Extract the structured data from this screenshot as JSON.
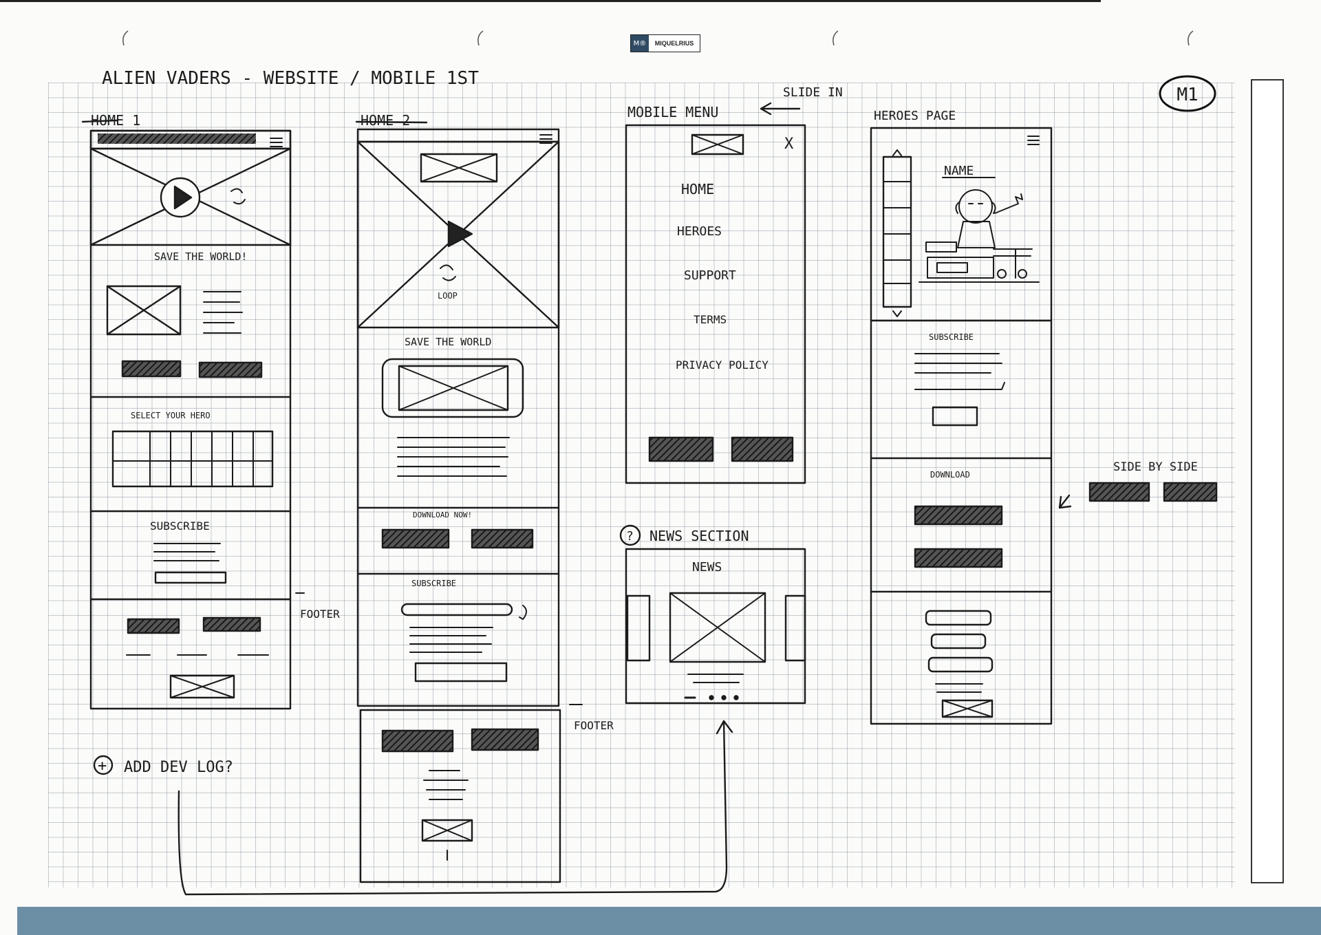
{
  "sheet": {
    "brand": "MIQUELRIUS",
    "brand_mark": "M®",
    "title": "ALIEN VADERS - WEBSITE / MOBILE 1ST",
    "page_id": "M1"
  },
  "home1": {
    "label": "HOME 1",
    "headline": "SAVE THE WORLD!",
    "select_hero": "SELECT YOUR HERO",
    "subscribe": "SUBSCRIBE",
    "footer_note": "FOOTER"
  },
  "home2": {
    "label": "HOME 2",
    "loop": "LOOP",
    "headline": "SAVE THE WORLD",
    "download": "DOWNLOAD NOW!",
    "subscribe": "SUBSCRIBE",
    "footer_note": "FOOTER"
  },
  "mobile_menu": {
    "label": "MOBILE MENU",
    "slide_note": "SLIDE IN",
    "close": "X",
    "items": [
      "HOME",
      "HEROES",
      "SUPPORT",
      "TERMS",
      "PRIVACY POLICY"
    ]
  },
  "news": {
    "question": "?",
    "label": "NEWS SECTION",
    "title": "NEWS"
  },
  "heroes": {
    "label": "HEROES PAGE",
    "name": "NAME",
    "subscribe": "SUBSCRIBE",
    "download": "DOWNLOAD",
    "side_note": "SIDE BY SIDE"
  },
  "add_note": {
    "icon": "+",
    "text": "ADD DEV LOG?"
  }
}
